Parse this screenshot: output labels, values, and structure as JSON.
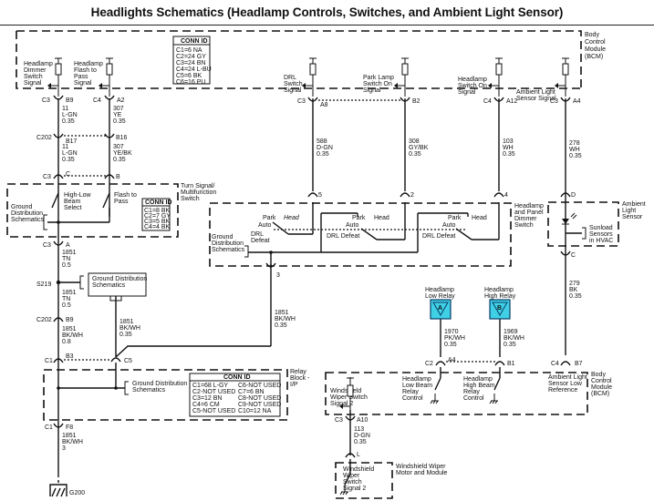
{
  "title": "Headlights Schematics (Headlamp Controls, Switches, and Ambient Light Sensor)",
  "colors": {
    "relay_fill": "#3fd0e6",
    "line": "#111111"
  },
  "bcm_top": {
    "label": [
      "Body",
      "Control",
      "Module",
      "(BCM)"
    ],
    "conn_id": {
      "header": "CONN ID",
      "rows": [
        "C1=6 NA",
        "C2=24 GY",
        "C3=24 BN",
        "C4=24 L-BU",
        "C5=6 BK",
        "C6=16 PU"
      ]
    },
    "signals": [
      {
        "label": [
          "Headlamp",
          "Dimmer",
          "Switch",
          "Signal"
        ],
        "conn": "C3",
        "pin": "B9"
      },
      {
        "label": [
          "Headlamp",
          "Flash to",
          "Pass",
          "Signal"
        ],
        "conn": "C4",
        "pin": "A2"
      },
      {
        "label": [
          "DRL",
          "Switch",
          "Signal"
        ],
        "conn": "C3",
        "pin": "A8"
      },
      {
        "label": [
          "Park Lamp",
          "Switch On",
          "Signal"
        ],
        "conn": "",
        "pin": "B2"
      },
      {
        "label": [
          "Headlamp",
          "Switch On",
          "Signal"
        ],
        "conn": "C4",
        "pin": "A12"
      },
      {
        "label": [
          "Ambient Light",
          "Sensor Signal"
        ],
        "conn": "C3",
        "pin": "A4"
      }
    ]
  },
  "wires": {
    "w11a": [
      "11",
      "L-GN",
      "0.35"
    ],
    "w307a": [
      "307",
      "YE",
      "0.35"
    ],
    "w11b": [
      "11",
      "L-GN",
      "0.35"
    ],
    "w307b": [
      "307",
      "YE/BK",
      "0.35"
    ],
    "w588": [
      "588",
      "D-GN",
      "0.35"
    ],
    "w308": [
      "308",
      "GY/BK",
      "0.35"
    ],
    "w103": [
      "103",
      "WH",
      "0.35"
    ],
    "w278": [
      "278",
      "WH",
      "0.35"
    ],
    "w279": [
      "279",
      "BK",
      "0.35"
    ],
    "w1851a": [
      "1851",
      "TN",
      "0.5"
    ],
    "w1851b": [
      "1851",
      "TN",
      "0.5"
    ],
    "w1851c": [
      "1851",
      "BK/WH",
      "0.8"
    ],
    "w1851d": [
      "1851",
      "BK/WH",
      "0.35"
    ],
    "w1851e": [
      "1851",
      "BK/WH",
      "0.35"
    ],
    "w1851f": [
      "1851",
      "BK/WH",
      "3"
    ],
    "w1970": [
      "1970",
      "PK/WH",
      "0.35"
    ],
    "w1969": [
      "1969",
      "BK/WH",
      "0.35"
    ],
    "w113": [
      "113",
      "D-GN",
      "0.35"
    ]
  },
  "connectors": {
    "c202": "C202",
    "b17": "B17",
    "b16": "B16",
    "c3": "C3",
    "c": "C",
    "b": "B",
    "a": "A",
    "s219": "S219",
    "c202b": "C202",
    "b9b": "B9",
    "c1": "C1",
    "b3": "B3",
    "c5": "C5",
    "f8": "F8",
    "pin5": "5",
    "pin2": "2",
    "pin4": "4",
    "pinD": "D",
    "pinC": "C",
    "pin3": "3",
    "c2": "C2",
    "a4": "A4",
    "b1": "B1",
    "c4": "C4",
    "b7": "B7",
    "c3b": "C3",
    "a10": "A10",
    "l": "L",
    "g200": "G200"
  },
  "turn_signal": {
    "label": [
      "Turn Signal/",
      "Multifunction",
      "Switch"
    ],
    "switch1": [
      "High-Low",
      "Beam",
      "Select"
    ],
    "switch2": [
      "Flash to",
      "Pass"
    ],
    "ground": [
      "Ground",
      "Distribution",
      "Schematics"
    ],
    "conn_id": {
      "header": "CONN ID",
      "rows": [
        "C1=8 BK",
        "C2=7 GY",
        "C3=5 BK",
        "C4=4 BK"
      ]
    }
  },
  "dimmer_switch": {
    "label": [
      "Headlamp",
      "and Panel",
      "Dimmer",
      "Switch"
    ],
    "ground": [
      "Ground",
      "Distribution",
      "Schematics"
    ],
    "park": "Park",
    "head": "Head",
    "auto": "Auto",
    "drl_defeat": "DRL Defeat",
    "drl_defeat_split": [
      "DRL",
      "Defeat"
    ]
  },
  "ambient_sensor": {
    "label": [
      "Ambient",
      "Light",
      "Sensor"
    ],
    "sunload": [
      "Sunload",
      "Sensors",
      "in HVAC"
    ]
  },
  "ground_box": [
    "Ground Distribution",
    "Schematics"
  ],
  "relay_block": {
    "label": [
      "Relay",
      "Block -",
      "I/P"
    ],
    "ground": [
      "Ground Distribution",
      "Schematics"
    ],
    "conn_id": {
      "header": "CONN ID",
      "rows_left": [
        "C1=68 L-GY",
        "C2-NOT USED",
        "C3=12 BN",
        "C4=6 CM",
        "C5-NOT USED"
      ],
      "rows_right": [
        "C6-NOT USED",
        "C7=6 BN",
        "C8-NOT USED",
        "C9-NOT USED",
        "C10=12 NA"
      ]
    }
  },
  "relays": [
    {
      "label": [
        "Headlamp",
        "Low Relay"
      ],
      "letter": "A"
    },
    {
      "label": [
        "Headlamp",
        "High Relay"
      ],
      "letter": "B"
    }
  ],
  "bcm_bottom": {
    "label": [
      "Body",
      "Control",
      "Module",
      "(BCM)"
    ],
    "wiper": [
      "Windshield",
      "Wiper Switch",
      "Signal 2"
    ],
    "low_beam": [
      "Headlamp",
      "Low Beam",
      "Relay",
      "Control"
    ],
    "high_beam": [
      "Headlamp",
      "High Beam",
      "Relay",
      "Control"
    ],
    "ambient_ref": [
      "Ambient Light",
      "Sensor Low",
      "Reference"
    ]
  },
  "wiper_module": {
    "label": [
      "Windshield Wiper",
      "Motor and Module"
    ],
    "switch": [
      "Windshield",
      "Wiper",
      "Switch",
      "Signal 2"
    ]
  }
}
